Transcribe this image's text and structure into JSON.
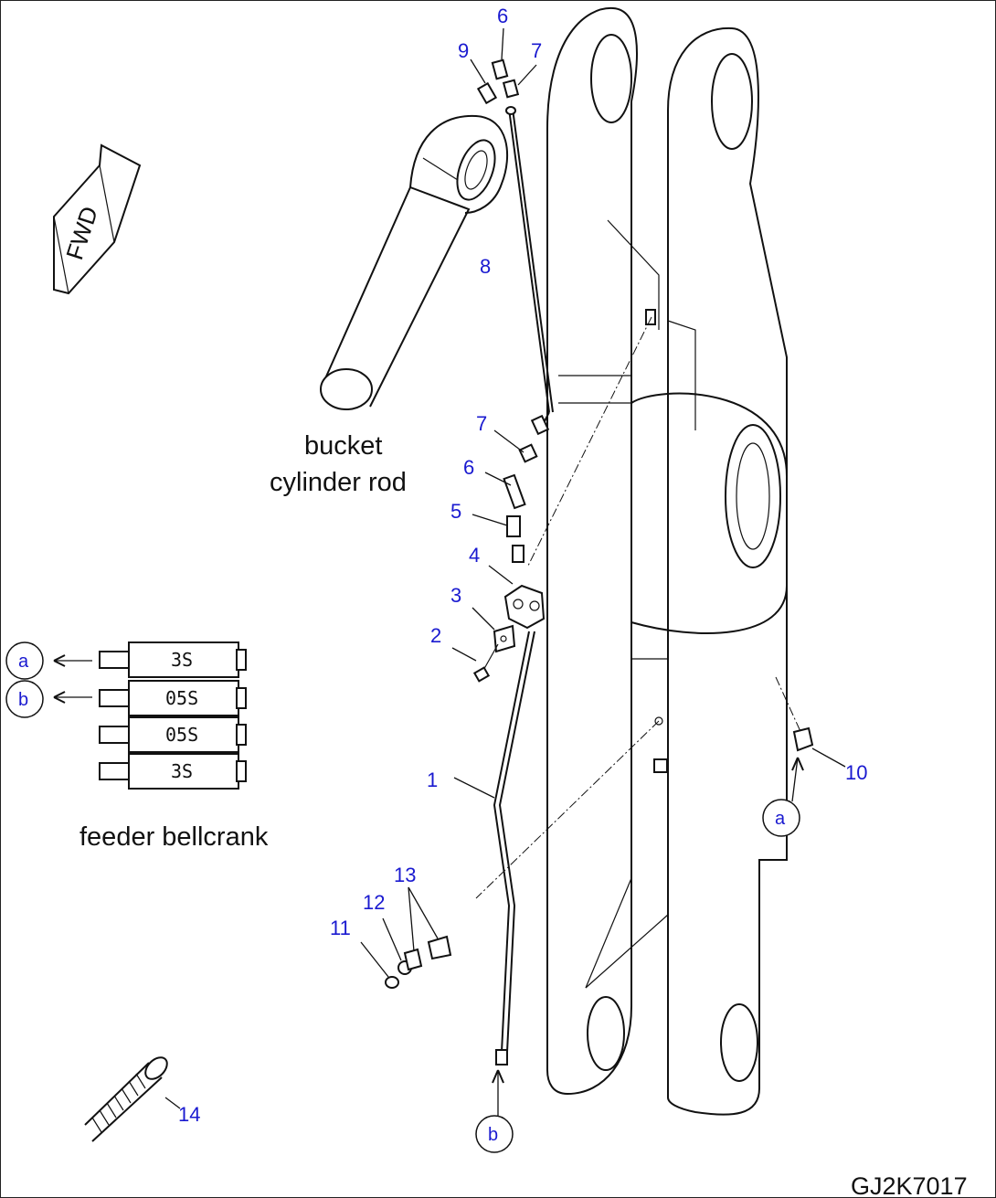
{
  "captions": {
    "bucket_cylinder_rod_line1": "bucket",
    "bucket_cylinder_rod_line2": "cylinder rod",
    "feeder_bellcrank": "feeder bellcrank",
    "fwd_marker": "FWD"
  },
  "drawing_id": "GJ2K7017",
  "feeder_rows": [
    {
      "label": "3S",
      "ref": "a"
    },
    {
      "label": "05S",
      "ref": "b"
    },
    {
      "label": "05S",
      "ref": ""
    },
    {
      "label": "3S",
      "ref": ""
    }
  ],
  "refs": {
    "a": "a",
    "b": "b"
  },
  "callouts": {
    "c1": "1",
    "c2": "2",
    "c3": "3",
    "c4": "4",
    "c5": "5",
    "c6_top": "6",
    "c6_mid": "6",
    "c7_top": "7",
    "c7_mid": "7",
    "c8": "8",
    "c9": "9",
    "c10": "10",
    "c11": "11",
    "c12": "12",
    "c13": "13",
    "c14": "14"
  },
  "colors": {
    "callout": "#1a1ad0",
    "line": "#111111"
  }
}
